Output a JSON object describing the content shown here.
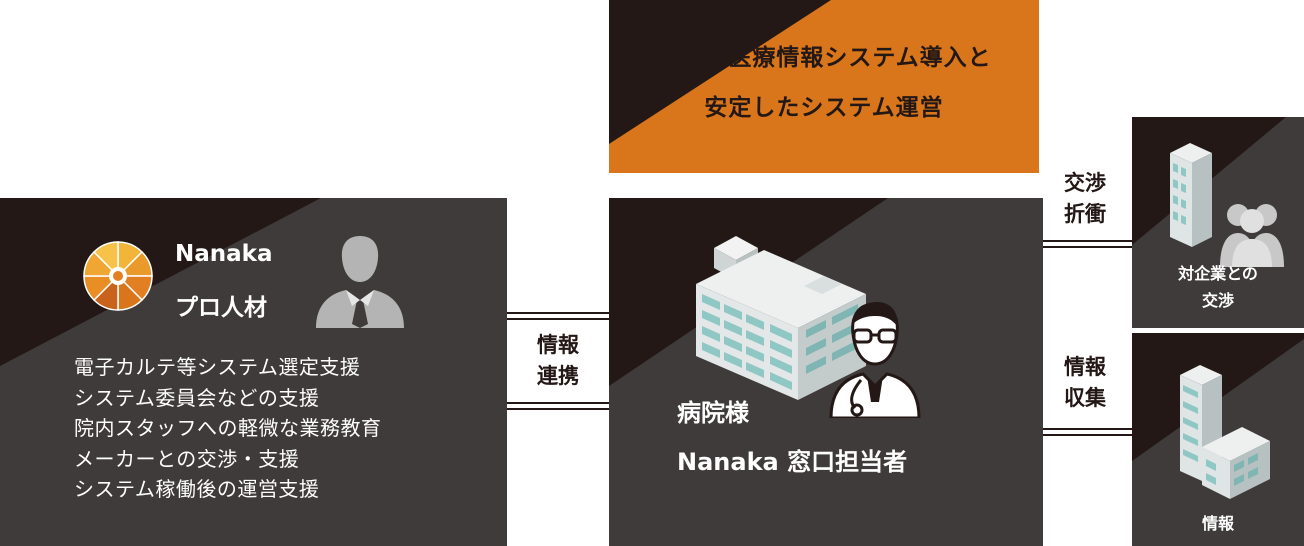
{
  "banner": {
    "line1": "適切な医療情報システム導入と",
    "line2": "安定したシステム運営",
    "colors": {
      "dark": "#231815",
      "accent": "#d9761b"
    }
  },
  "left_panel": {
    "title_line1": "Nanaka",
    "title_line2": "プロ人材",
    "logo_icon": "nanaka-logo",
    "person_icon": "businessman-silhouette-icon",
    "tasks": [
      "電子カルテ等システム選定支援",
      "システム委員会などの支援",
      "院内スタッフへの軽微な業務教育",
      "メーカーとの交渉・支援",
      "システム稼働後の運営支援"
    ]
  },
  "link_left": {
    "line1": "情報",
    "line2": "連携"
  },
  "center_panel": {
    "title_line1": "病院様",
    "title_line2": "Nanaka 窓口担当者",
    "hospital_icon": "hospital-building-icon",
    "doctor_icon": "doctor-icon"
  },
  "link_top": {
    "line1": "交渉",
    "line2": "折衝"
  },
  "link_bottom": {
    "line1": "情報",
    "line2": "収集"
  },
  "right_top_panel": {
    "label_line1": "対企業との",
    "label_line2": "交渉",
    "icon": "office-building-people-icon"
  },
  "right_bottom_panel": {
    "label": "情報",
    "icon": "tower-building-icon"
  },
  "colors": {
    "panel_dark": "#231815",
    "panel_gray": "#3f3b3a",
    "teal": "#8fc7c4",
    "orange": "#d9761b"
  }
}
